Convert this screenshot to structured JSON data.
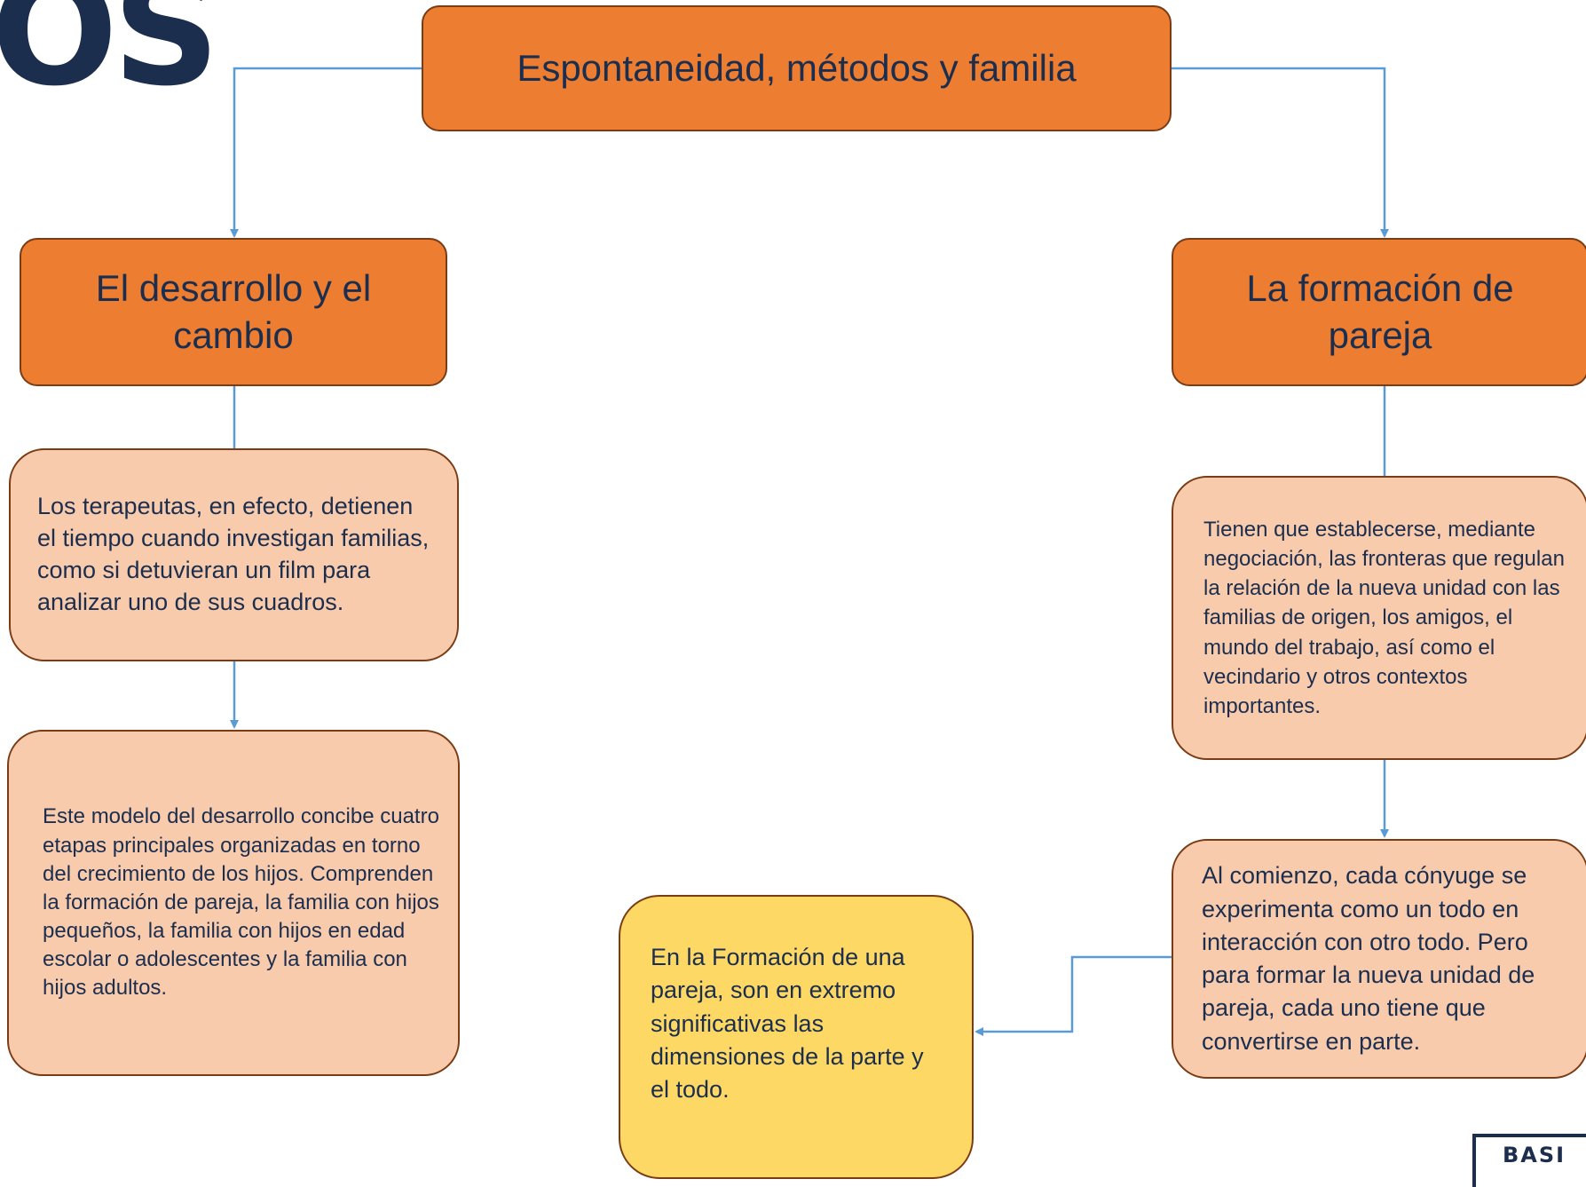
{
  "logos": {
    "left_text": "OS",
    "right_text": "BASI"
  },
  "colors": {
    "title_fill": "#ed7d31",
    "detail_fill": "#f8cbad",
    "note_fill": "#fdd865",
    "border": "#7a3c14",
    "connector": "#5b9bd5",
    "text": "#1c2e4e"
  },
  "diagram": {
    "root": {
      "label": "Espontaneidad, métodos y familia"
    },
    "left_branch": {
      "title": "El desarrollo y el cambio",
      "detail_1": " Los terapeutas, en efecto, detienen el tiempo cuando investigan familias, como si detuvieran un film para analizar uno de sus cuadros.",
      "detail_2": "Este modelo del desarrollo concibe cuatro etapas principales organizadas en torno del crecimiento de los hijos. Comprenden la formación de pareja, la familia con hijos pequeños, la  familia con hijos en edad escolar o adolescentes y la familia con hijos adultos."
    },
    "right_branch": {
      "title": "La formación de pareja",
      "detail_1": " Tienen que establecerse, mediante negociación, las fronteras que regulan la relación de la nueva unidad con las familias de origen, los amigos, el mundo del trabajo, así como el vecindario y otros contextos importantes.",
      "detail_2": " Al comienzo, cada cónyuge se experimenta como un todo en interacción con otro todo. Pero para formar la nueva unidad de pareja, cada uno tiene que convertirse en parte."
    },
    "note": {
      "text": "En la Formación de una pareja, son en extremo significativas las dimensiones de la parte y el todo."
    }
  }
}
